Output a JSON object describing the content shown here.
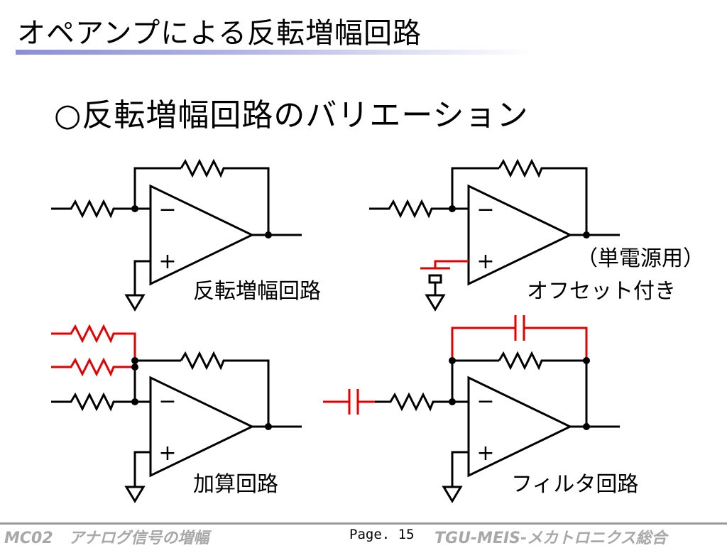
{
  "slide": {
    "title": "オペアンプによる反転増幅回路",
    "subtitle": "○反転増幅回路のバリエーション"
  },
  "circuits": {
    "inverting": {
      "label": "反転増幅回路"
    },
    "offset": {
      "label": "オフセット付き",
      "note": "（単電源用）"
    },
    "summing": {
      "label": "加算回路"
    },
    "filter": {
      "label": "フィルタ回路"
    },
    "opamp_minus": "−",
    "opamp_plus": "+"
  },
  "colors": {
    "wire": "#000000",
    "highlight": "#e00000",
    "title_bar": "#8a8fd6",
    "footer_text": "#a8a8a8"
  },
  "footer": {
    "left": "MC02　アナログ信号の増幅",
    "page": "Page. 15",
    "right": "TGU-MEIS-メカトロニクス総合"
  }
}
